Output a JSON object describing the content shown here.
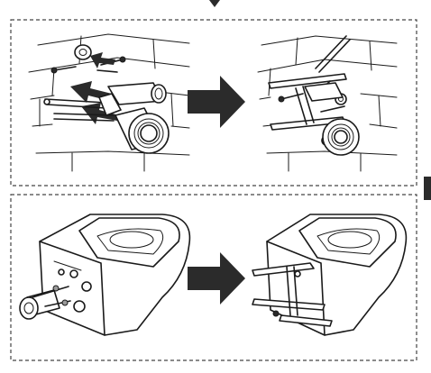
{
  "diagram": {
    "panels": [
      {
        "id": "step-1",
        "content": "wall-brackets-and-drain-pipe"
      },
      {
        "id": "step-2",
        "content": "toilet-bowl-with-fittings"
      }
    ],
    "arrow_color": "#2b2b2b",
    "line_color": "#1a1a1a",
    "border_style": "dashed"
  }
}
